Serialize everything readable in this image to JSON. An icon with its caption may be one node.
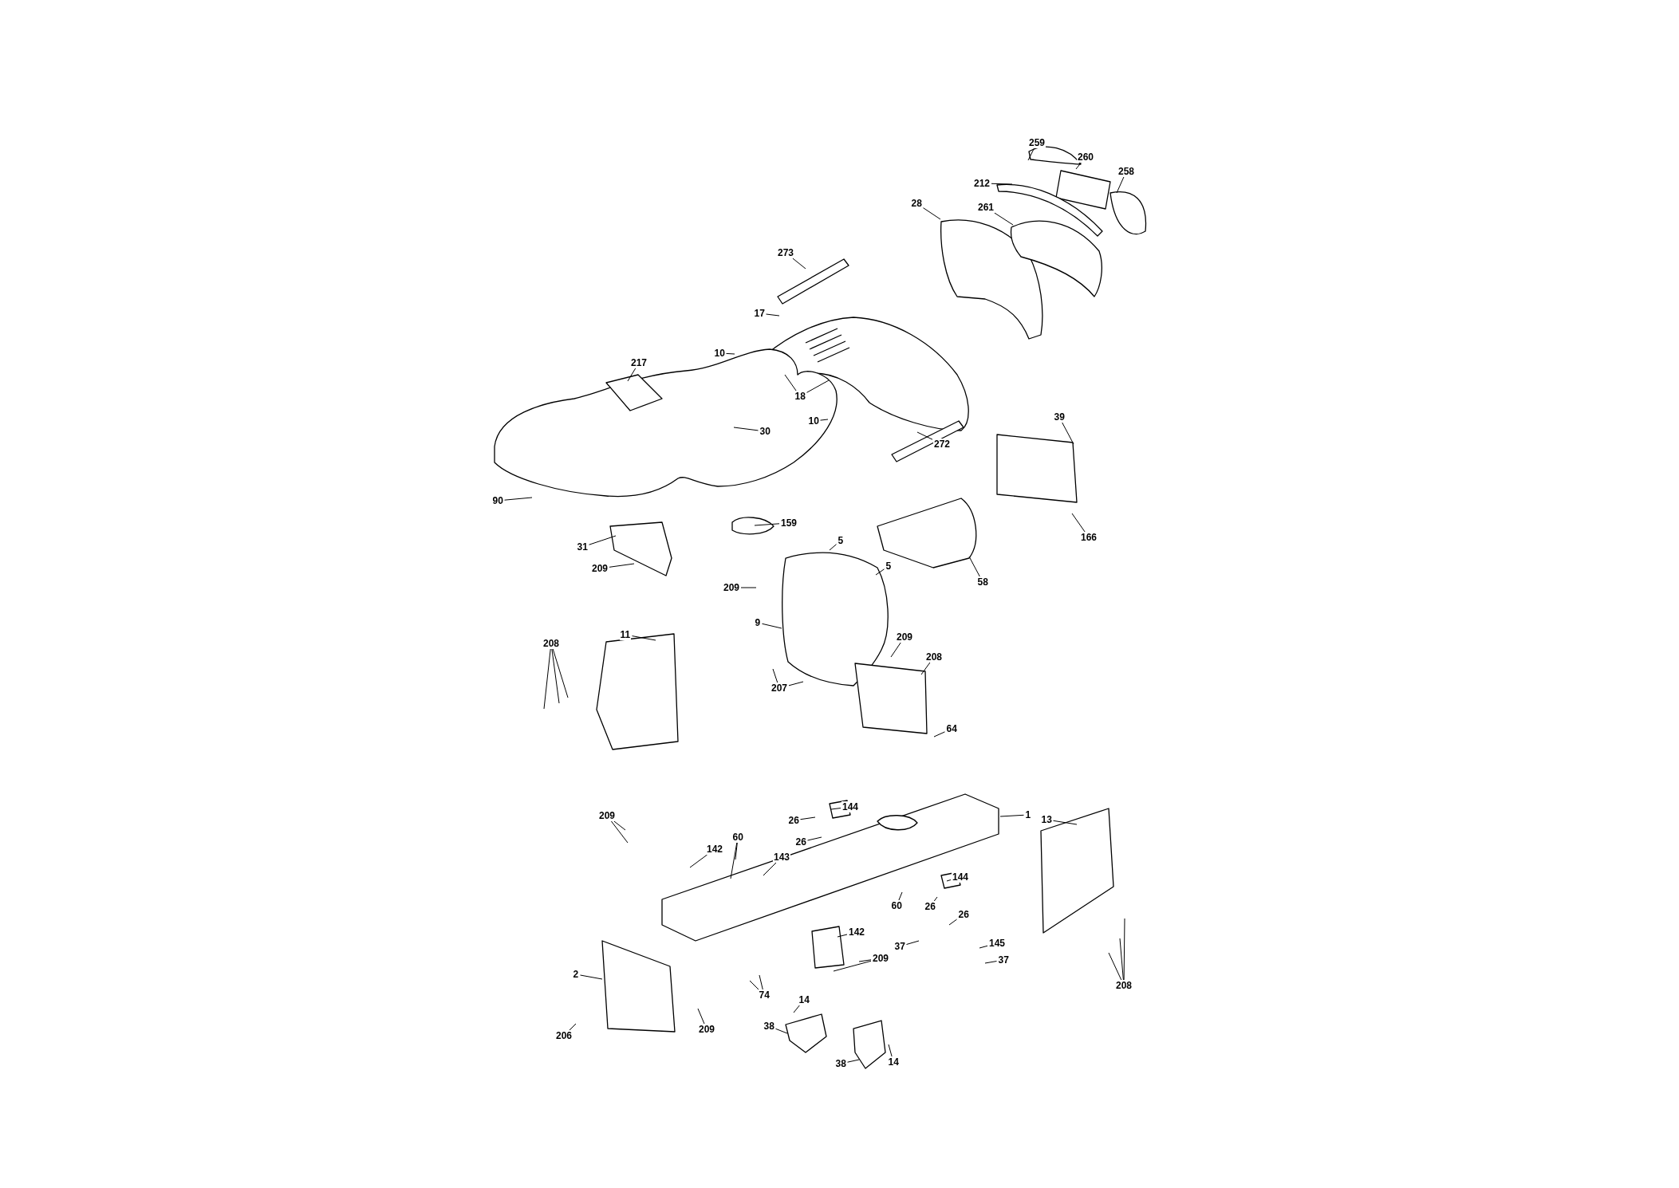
{
  "diagram": {
    "nodes": [
      {
        "text": [
          "259"
        ]
      },
      {
        "text": [
          "260"
        ]
      },
      {
        "text": [
          "258"
        ]
      },
      {
        "text": [
          "212"
        ]
      },
      {
        "text": [
          "28"
        ]
      },
      {
        "text": [
          "261"
        ]
      },
      {
        "text": [
          "273"
        ]
      },
      {
        "text": [
          "17"
        ]
      },
      {
        "text": [
          "10"
        ]
      },
      {
        "text": [
          "217"
        ]
      },
      {
        "text": [
          "18"
        ]
      },
      {
        "text": [
          "30"
        ]
      },
      {
        "text": [
          "10"
        ]
      },
      {
        "text": [
          "39"
        ]
      },
      {
        "text": [
          "272"
        ]
      },
      {
        "text": [
          "90"
        ]
      },
      {
        "text": [
          "159"
        ]
      },
      {
        "text": [
          "166"
        ]
      },
      {
        "text": [
          "5"
        ]
      },
      {
        "text": [
          "31"
        ]
      },
      {
        "text": [
          "5"
        ]
      },
      {
        "text": [
          "209"
        ]
      },
      {
        "text": [
          "58"
        ]
      },
      {
        "text": [
          "209"
        ]
      },
      {
        "text": [
          "9"
        ]
      },
      {
        "text": [
          "11"
        ]
      },
      {
        "text": [
          "209"
        ]
      },
      {
        "text": [
          "208"
        ]
      },
      {
        "text": [
          "208"
        ]
      },
      {
        "text": [
          "207"
        ]
      },
      {
        "text": [
          "64"
        ]
      },
      {
        "text": [
          "144"
        ]
      },
      {
        "text": [
          "1"
        ]
      },
      {
        "text": [
          "209"
        ]
      },
      {
        "text": [
          "13"
        ]
      },
      {
        "text": [
          "26"
        ]
      },
      {
        "text": [
          "60"
        ]
      },
      {
        "text": [
          "26"
        ]
      },
      {
        "text": [
          "142"
        ]
      },
      {
        "text": [
          "143"
        ]
      },
      {
        "text": [
          "144"
        ]
      },
      {
        "text": [
          "60"
        ]
      },
      {
        "text": [
          "26"
        ]
      },
      {
        "text": [
          "26"
        ]
      },
      {
        "text": [
          "142"
        ]
      },
      {
        "text": [
          "145"
        ]
      },
      {
        "text": [
          "37"
        ]
      },
      {
        "text": [
          "209"
        ]
      },
      {
        "text": [
          "37"
        ]
      },
      {
        "text": [
          "2"
        ]
      },
      {
        "text": [
          "208"
        ]
      },
      {
        "text": [
          "74"
        ]
      },
      {
        "text": [
          "14"
        ]
      },
      {
        "text": [
          "38"
        ]
      },
      {
        "text": [
          "209"
        ]
      },
      {
        "text": [
          "206"
        ]
      },
      {
        "text": [
          "38"
        ]
      },
      {
        "text": [
          "14"
        ]
      }
    ],
    "edges": [
      {
        "from": 0,
        "to": null,
        "arrow": "none"
      },
      {
        "from": 1,
        "to": null,
        "arrow": "none"
      },
      {
        "from": 2,
        "to": null,
        "arrow": "none"
      },
      {
        "from": 3,
        "to": null,
        "arrow": "none"
      },
      {
        "from": 4,
        "to": null,
        "arrow": "none"
      },
      {
        "from": 5,
        "to": null,
        "arrow": "none"
      },
      {
        "from": 6,
        "to": null,
        "arrow": "none"
      },
      {
        "from": 7,
        "to": null,
        "arrow": "none"
      },
      {
        "from": 8,
        "to": null,
        "arrow": "none"
      },
      {
        "from": 9,
        "to": null,
        "arrow": "none"
      },
      {
        "from": 10,
        "to": null,
        "arrow": "none"
      },
      {
        "from": 10,
        "to": null,
        "arrow": "none"
      },
      {
        "from": 11,
        "to": null,
        "arrow": "none"
      },
      {
        "from": 12,
        "to": null,
        "arrow": "none"
      },
      {
        "from": 13,
        "to": null,
        "arrow": "none"
      },
      {
        "from": 14,
        "to": null,
        "arrow": "none"
      },
      {
        "from": 15,
        "to": null,
        "arrow": "none"
      },
      {
        "from": 16,
        "to": null,
        "arrow": "none"
      },
      {
        "from": 17,
        "to": null,
        "arrow": "none"
      },
      {
        "from": 18,
        "to": null,
        "arrow": "none"
      },
      {
        "from": 19,
        "to": null,
        "arrow": "none"
      },
      {
        "from": 20,
        "to": null,
        "arrow": "none"
      },
      {
        "from": 21,
        "to": null,
        "arrow": "none"
      },
      {
        "from": 22,
        "to": null,
        "arrow": "none"
      },
      {
        "from": 23,
        "to": null,
        "arrow": "none"
      },
      {
        "from": 24,
        "to": null,
        "arrow": "none"
      },
      {
        "from": 25,
        "to": null,
        "arrow": "none"
      },
      {
        "from": 26,
        "to": null,
        "arrow": "none"
      },
      {
        "from": 27,
        "to": null,
        "arrow": "none"
      },
      {
        "from": 27,
        "to": null,
        "arrow": "none"
      },
      {
        "from": 27,
        "to": null,
        "arrow": "none"
      },
      {
        "from": 28,
        "to": null,
        "arrow": "none"
      },
      {
        "from": 29,
        "to": null,
        "arrow": "none"
      },
      {
        "from": 29,
        "to": null,
        "arrow": "none"
      },
      {
        "from": 30,
        "to": null,
        "arrow": "none"
      },
      {
        "from": 31,
        "to": null,
        "arrow": "none"
      },
      {
        "from": 32,
        "to": null,
        "arrow": "none"
      },
      {
        "from": 33,
        "to": null,
        "arrow": "none"
      },
      {
        "from": 33,
        "to": null,
        "arrow": "none"
      },
      {
        "from": 34,
        "to": null,
        "arrow": "none"
      },
      {
        "from": 35,
        "to": null,
        "arrow": "none"
      },
      {
        "from": 36,
        "to": null,
        "arrow": "none"
      },
      {
        "from": 36,
        "to": null,
        "arrow": "none"
      },
      {
        "from": 37,
        "to": null,
        "arrow": "none"
      },
      {
        "from": 38,
        "to": null,
        "arrow": "none"
      },
      {
        "from": 39,
        "to": null,
        "arrow": "none"
      },
      {
        "from": 40,
        "to": null,
        "arrow": "none"
      },
      {
        "from": 41,
        "to": null,
        "arrow": "none"
      },
      {
        "from": 42,
        "to": null,
        "arrow": "none"
      },
      {
        "from": 43,
        "to": null,
        "arrow": "none"
      },
      {
        "from": 44,
        "to": null,
        "arrow": "none"
      },
      {
        "from": 45,
        "to": null,
        "arrow": "none"
      },
      {
        "from": 46,
        "to": null,
        "arrow": "none"
      },
      {
        "from": 47,
        "to": null,
        "arrow": "none"
      },
      {
        "from": 47,
        "to": null,
        "arrow": "none"
      },
      {
        "from": 48,
        "to": null,
        "arrow": "none"
      },
      {
        "from": 49,
        "to": null,
        "arrow": "none"
      },
      {
        "from": 50,
        "to": null,
        "arrow": "none"
      },
      {
        "from": 50,
        "to": null,
        "arrow": "none"
      },
      {
        "from": 50,
        "to": null,
        "arrow": "none"
      },
      {
        "from": 51,
        "to": null,
        "arrow": "none"
      },
      {
        "from": 51,
        "to": null,
        "arrow": "none"
      },
      {
        "from": 52,
        "to": null,
        "arrow": "none"
      },
      {
        "from": 53,
        "to": null,
        "arrow": "none"
      },
      {
        "from": 54,
        "to": null,
        "arrow": "none"
      },
      {
        "from": 55,
        "to": null,
        "arrow": "none"
      },
      {
        "from": 56,
        "to": null,
        "arrow": "none"
      },
      {
        "from": 57,
        "to": null,
        "arrow": "none"
      }
    ]
  }
}
